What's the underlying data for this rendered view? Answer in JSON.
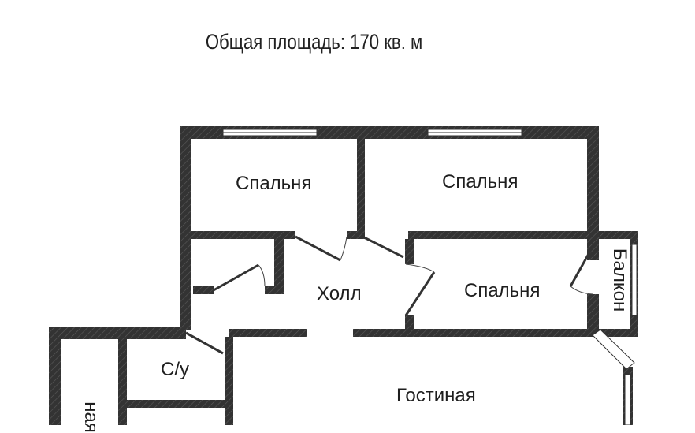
{
  "title": "Общая площадь: 170 кв. м",
  "rooms": {
    "bedroom_1": "Спальня",
    "bedroom_2": "Спальня",
    "bedroom_3": "Спальня",
    "hall": "Холл",
    "bathroom": "С/у",
    "living_room": "Гостиная",
    "balcony": "Балкон",
    "partial_room": "ная"
  },
  "colors": {
    "wall": "#333333",
    "background": "#ffffff"
  }
}
